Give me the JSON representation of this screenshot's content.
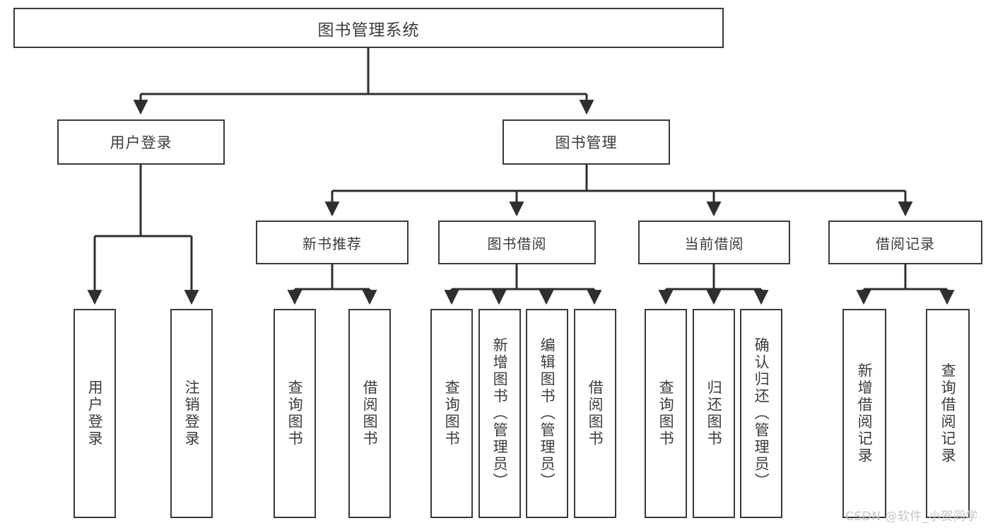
{
  "diagram": {
    "type": "tree",
    "title": "图书管理系统",
    "root": {
      "label": "图书管理系统"
    },
    "level2": [
      {
        "label": "用户登录"
      },
      {
        "label": "图书管理"
      }
    ],
    "level3": [
      {
        "label": "新书推荐"
      },
      {
        "label": "图书借阅"
      },
      {
        "label": "当前借阅"
      },
      {
        "label": "借阅记录"
      }
    ],
    "leaves": {
      "user_login": [
        {
          "label": "用户登录"
        },
        {
          "label": "注销登录"
        }
      ],
      "new_book": [
        {
          "label": "查询图书"
        },
        {
          "label": "借阅图书"
        }
      ],
      "book_borrow": [
        {
          "label": "查询图书"
        },
        {
          "label": "新增图书（管理员）"
        },
        {
          "label": "编辑图书（管理员）"
        },
        {
          "label": "借阅图书"
        }
      ],
      "current_borrow": [
        {
          "label": "查询图书"
        },
        {
          "label": "归还图书"
        },
        {
          "label": "确认归还（管理员）"
        }
      ],
      "borrow_record": [
        {
          "label": "新增借阅记录"
        },
        {
          "label": "查询借阅记录"
        }
      ]
    }
  },
  "watermark": {
    "text": "CSDN @软件_小贺同学"
  },
  "colors": {
    "border": "#3a3a3a",
    "text": "#3c3c3c",
    "background": "#ffffff",
    "watermark": "#c6c6c6"
  }
}
